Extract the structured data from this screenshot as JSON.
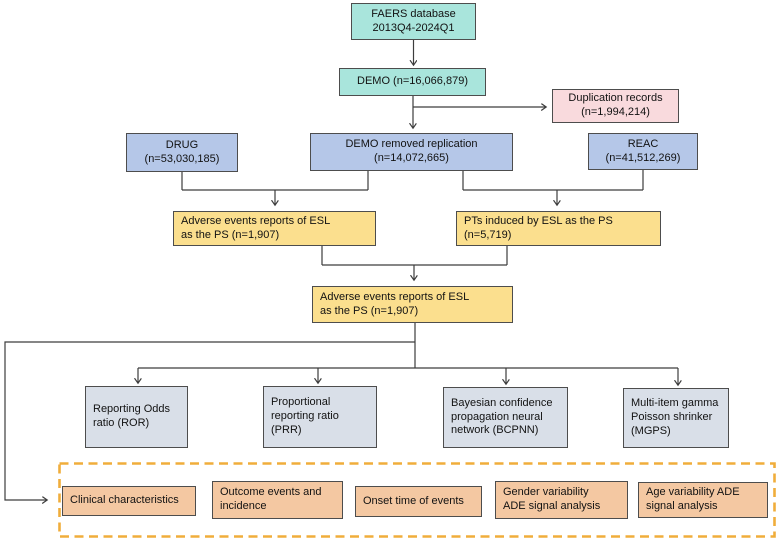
{
  "palette": {
    "teal": "#a9e5dc",
    "blue": "#b5c7e8",
    "pink": "#f9dadd",
    "yellow": "#fbdf8e",
    "grayblue": "#d9dfe8",
    "salmon": "#f4c8a2",
    "dashed_border": "#f0ad3b",
    "connector": "#3d3d3d"
  },
  "nodes": {
    "faers": {
      "text": "FAERS database\n2013Q4-2024Q1"
    },
    "demo": {
      "text": "DEMO (n=16,066,879)"
    },
    "duplication": {
      "text": "Duplication records\n(n=1,994,214)"
    },
    "drug": {
      "text": "DRUG\n(n=53,030,185)"
    },
    "demo_removed": {
      "text": "DEMO removed replication\n(n=14,072,665)"
    },
    "reac": {
      "text": "REAC\n(n=41,512,269)"
    },
    "ae_left": {
      "text": "Adverse events reports of ESL\nas the PS (n=1,907)"
    },
    "pts": {
      "text": "PTs induced by ESL as the PS\n(n=5,719)"
    },
    "ae_mid": {
      "text": "Adverse events reports of ESL\nas the PS (n=1,907)"
    },
    "ror": {
      "text": "Reporting Odds\nratio (ROR)"
    },
    "prr": {
      "text": "Proportional\nreporting ratio\n(PRR)"
    },
    "bcpnn": {
      "text": "Bayesian confidence\npropagation neural\nnetwork (BCPNN)"
    },
    "mgps": {
      "text": "Multi-item gamma\nPoisson shrinker\n(MGPS)"
    },
    "clinical": {
      "text": "Clinical characteristics"
    },
    "outcome": {
      "text": "Outcome events and\nincidence"
    },
    "onset": {
      "text": "Onset time of events"
    },
    "gender": {
      "text": "Gender variability\nADE signal analysis"
    },
    "age": {
      "text": "Age variability ADE\nsignal analysis"
    }
  }
}
